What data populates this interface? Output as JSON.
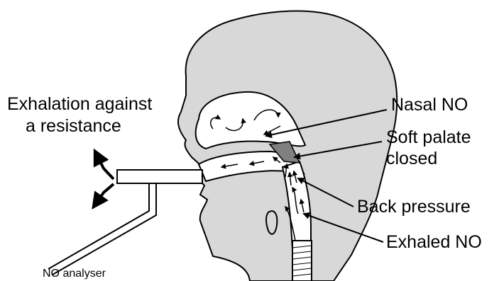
{
  "labels": {
    "exhalation_line1": "Exhalation against",
    "exhalation_line2": "a resistance",
    "nasal_no": "Nasal NO",
    "soft_palate_line1": "Soft palate",
    "soft_palate_line2": "closed",
    "back_pressure": "Back pressure",
    "exhaled_no": "Exhaled NO",
    "no_analyser": "NO analyser"
  },
  "colors": {
    "head_fill": "#d8d8d8",
    "cavity_fill": "#ffffff",
    "soft_palate_fill": "#808080",
    "outline": "#000000"
  }
}
